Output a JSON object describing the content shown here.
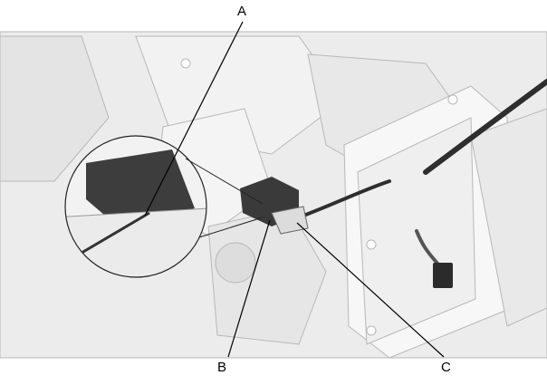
{
  "diagram": {
    "callouts": [
      {
        "id": "A",
        "label": "A"
      },
      {
        "id": "B",
        "label": "B"
      },
      {
        "id": "C",
        "label": "C"
      }
    ],
    "colors": {
      "part_fill": "#ececec",
      "part_edge": "#b5b5b5",
      "highlight_part": "#3a3a3a",
      "leader_line": "#000000"
    }
  }
}
